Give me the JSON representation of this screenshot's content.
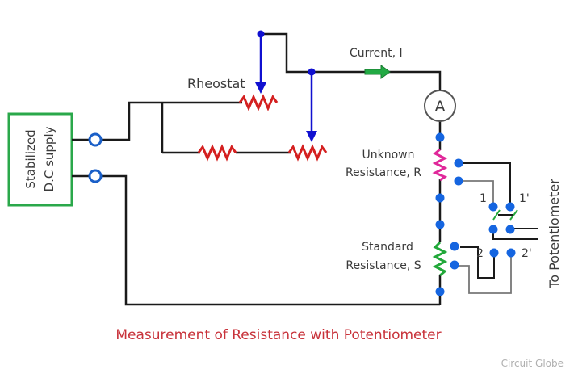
{
  "diagram": {
    "title": "Measurement of Resistance with Potentiometer",
    "watermark": "Circuit Globe",
    "supply_label_line1": "Stabilized",
    "supply_label_line2": "D.C supply",
    "rheostat_label": "Rheostat",
    "current_label": "Current, I",
    "ammeter_label": "A",
    "unknown_label_line1": "Unknown",
    "unknown_label_line2": "Resistance, R",
    "standard_label_line1": "Standard",
    "standard_label_line2": "Resistance, S",
    "switch_terminal_1": "1",
    "switch_terminal_1p": "1'",
    "switch_terminal_2": "2",
    "switch_terminal_2p": "2'",
    "potentiometer_label": "To Potentiometer"
  },
  "colors": {
    "wire": "#1a1a1a",
    "wire_light": "#6a6a6a",
    "rheostat": "#d42020",
    "unknown_resistor": "#e0289a",
    "standard_resistor": "#22a83a",
    "node": "#1565e0",
    "arrow": "#1010d0",
    "current_arrow": "#22aa44",
    "supply_box": "#2aa84a",
    "terminal": "#1a5fc8",
    "title": "#c8323a",
    "watermark": "#b0b0b0"
  }
}
